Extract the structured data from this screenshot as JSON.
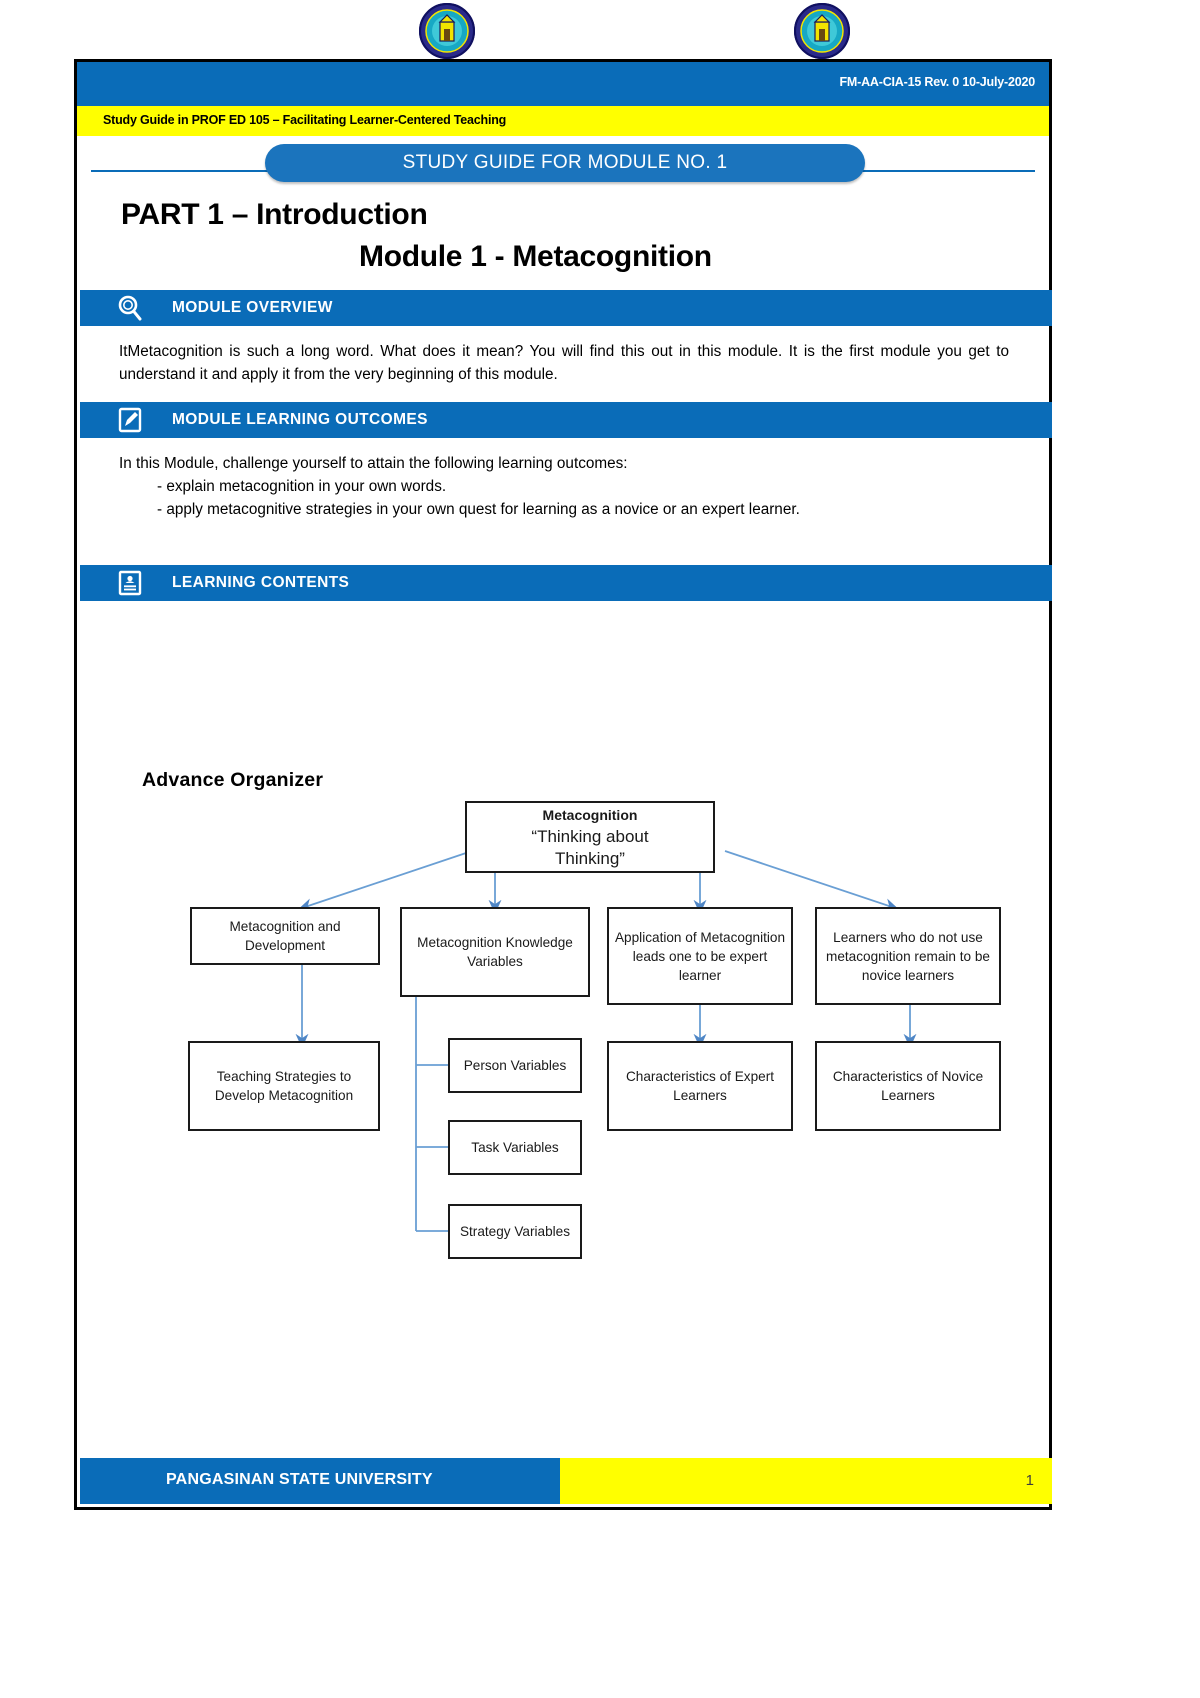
{
  "document": {
    "form_code": "FM-AA-CIA-15 Rev. 0  10-July-2020",
    "course_band": "Study Guide in PROF ED 105 – Facilitating Learner-Centered Teaching",
    "study_guide_pill": "STUDY GUIDE FOR MODULE NO. 1",
    "part_title": "PART 1 – Introduction",
    "module_title": "Module 1 - Metacognition"
  },
  "sections": {
    "overview": {
      "heading": "MODULE OVERVIEW",
      "icon": "magnifier-icon",
      "body": "ItMetacognition is such a long word. What does it mean? You will find this out in this module. It is the first module you get to understand it and apply it from the very beginning of this module."
    },
    "outcomes": {
      "heading": "MODULE LEARNING OUTCOMES",
      "icon": "pencil-note-icon",
      "intro": "In this Module, challenge yourself to attain the following learning outcomes:",
      "items": [
        "- explain metacognition in your own words.",
        "- apply metacognitive strategies in your own quest for learning as a novice or an expert learner."
      ]
    },
    "contents": {
      "heading": "LEARNING CONTENTS",
      "icon": "book-document-icon"
    }
  },
  "diagram": {
    "title": "Advance Organizer",
    "root": {
      "line1": "Metacognition",
      "line2": "“Thinking about",
      "line3": "Thinking”"
    },
    "branches": [
      {
        "id": "branch-development",
        "text": "Metacognition and Development"
      },
      {
        "id": "branch-knowledge-variables",
        "text": "Metacognition Knowledge Variables"
      },
      {
        "id": "branch-application",
        "text": "Application of Metacognition leads one to be expert learner"
      },
      {
        "id": "branch-novice",
        "text": "Learners who do not use metacognition remain to be novice learners"
      }
    ],
    "children": [
      {
        "id": "child-teaching-strategies",
        "text": "Teaching Strategies to Develop Metacognition"
      },
      {
        "id": "child-person-variables",
        "text": "Person Variables"
      },
      {
        "id": "child-task-variables",
        "text": "Task Variables"
      },
      {
        "id": "child-strategy-variables",
        "text": "Strategy Variables"
      },
      {
        "id": "child-expert-characteristics",
        "text": "Characteristics of Expert Learners"
      },
      {
        "id": "child-novice-characteristics",
        "text": "Characteristics of Novice Learners"
      }
    ]
  },
  "footer": {
    "university": "PANGASINAN STATE UNIVERSITY",
    "page_number": "1"
  },
  "colors": {
    "brand_blue": "#0a6cb8",
    "pill_blue": "#1b74bd",
    "band_yellow": "#ffff00",
    "connector_blue": "#6a9fd4",
    "text_black": "#000000"
  }
}
